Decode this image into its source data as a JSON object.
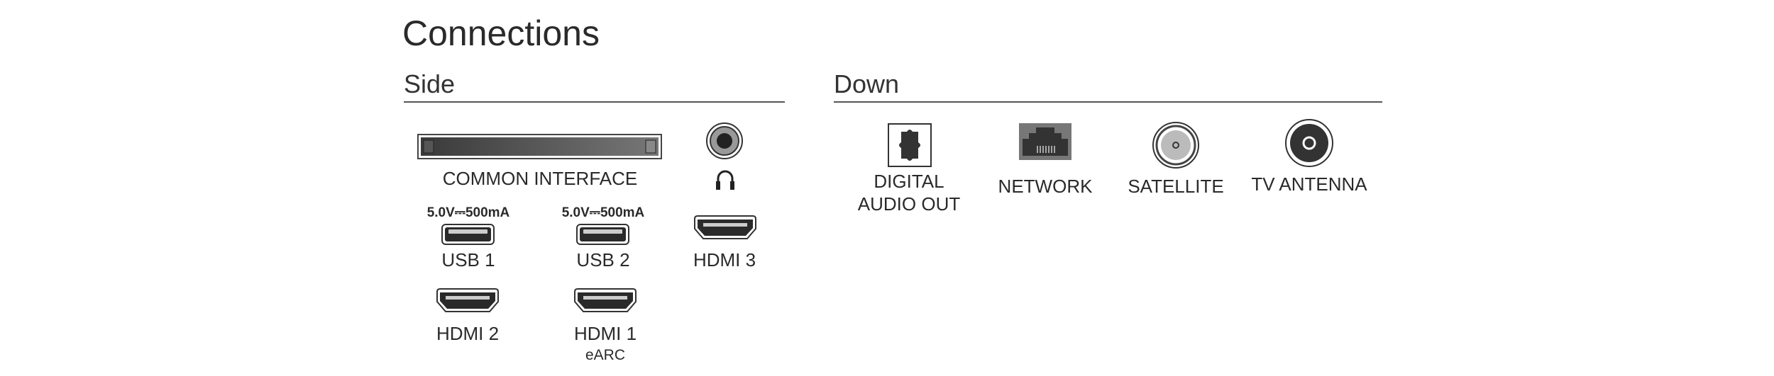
{
  "title": "Connections",
  "side": {
    "heading": "Side",
    "common_interface": "COMMON INTERFACE",
    "usb1": {
      "rating": "5.0V⎓500mA",
      "label": "USB 1"
    },
    "usb2": {
      "rating": "5.0V⎓500mA",
      "label": "USB 2"
    },
    "hdmi3": "HDMI 3",
    "hdmi2": "HDMI 2",
    "hdmi1": {
      "label": "HDMI 1",
      "sub": "eARC"
    }
  },
  "down": {
    "heading": "Down",
    "digital_audio_line1": "DIGITAL",
    "digital_audio_line2": "AUDIO OUT",
    "network": "NETWORK",
    "satellite": "SATELLITE",
    "tv_antenna": "TV ANTENNA"
  }
}
